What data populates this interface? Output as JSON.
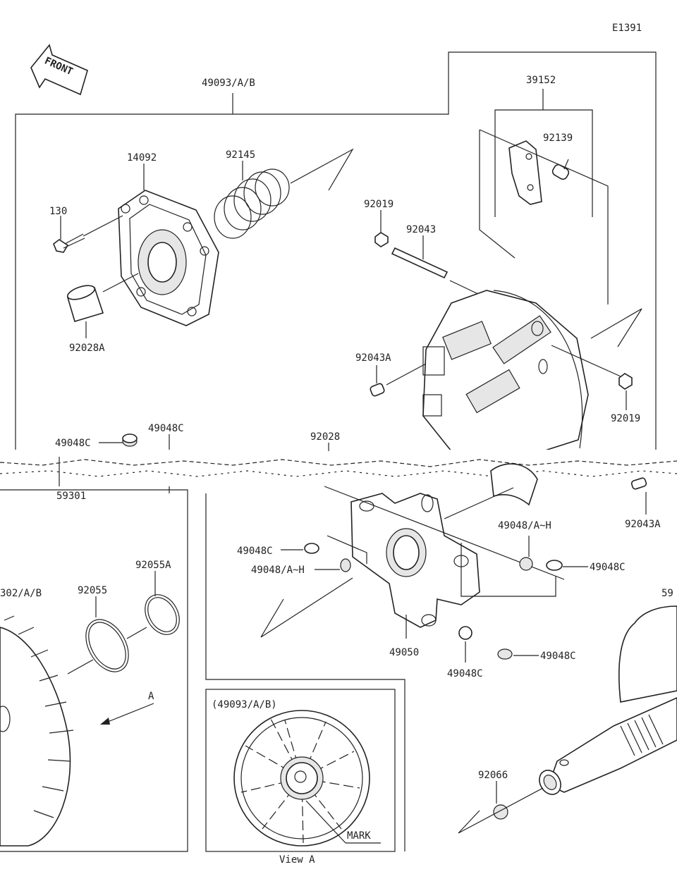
{
  "diagram_code": "E1391",
  "front_label": "FRONT",
  "view_a_caption": "View A",
  "view_a_ref": "(49093/A/B)",
  "mark_label": "MARK",
  "arrow_a_label": "A",
  "parts": {
    "p49093": "49093/A/B",
    "p39152": "39152",
    "p14092": "14092",
    "p92145": "92145",
    "p92139": "92139",
    "p130": "130",
    "p92019_top": "92019",
    "p92043": "92043",
    "p92028A": "92028A",
    "p92043A_left": "92043A",
    "p92019_right": "92019",
    "p49048C_a": "49048C",
    "p49048C_b": "49048C",
    "p92028": "92028",
    "p59301": "59301",
    "p92043A_right": "92043A",
    "p49048AH_right": "49048/A~H",
    "p49048C_c": "49048C",
    "p49048AH_left": "49048/A~H",
    "p49048C_d": "49048C",
    "p302AB": "302/A/B",
    "p92055": "92055",
    "p92055A": "92055A",
    "p49050": "49050",
    "p49048C_e": "49048C",
    "p49048C_f": "49048C",
    "p59_partial": "59",
    "p92066": "92066"
  }
}
